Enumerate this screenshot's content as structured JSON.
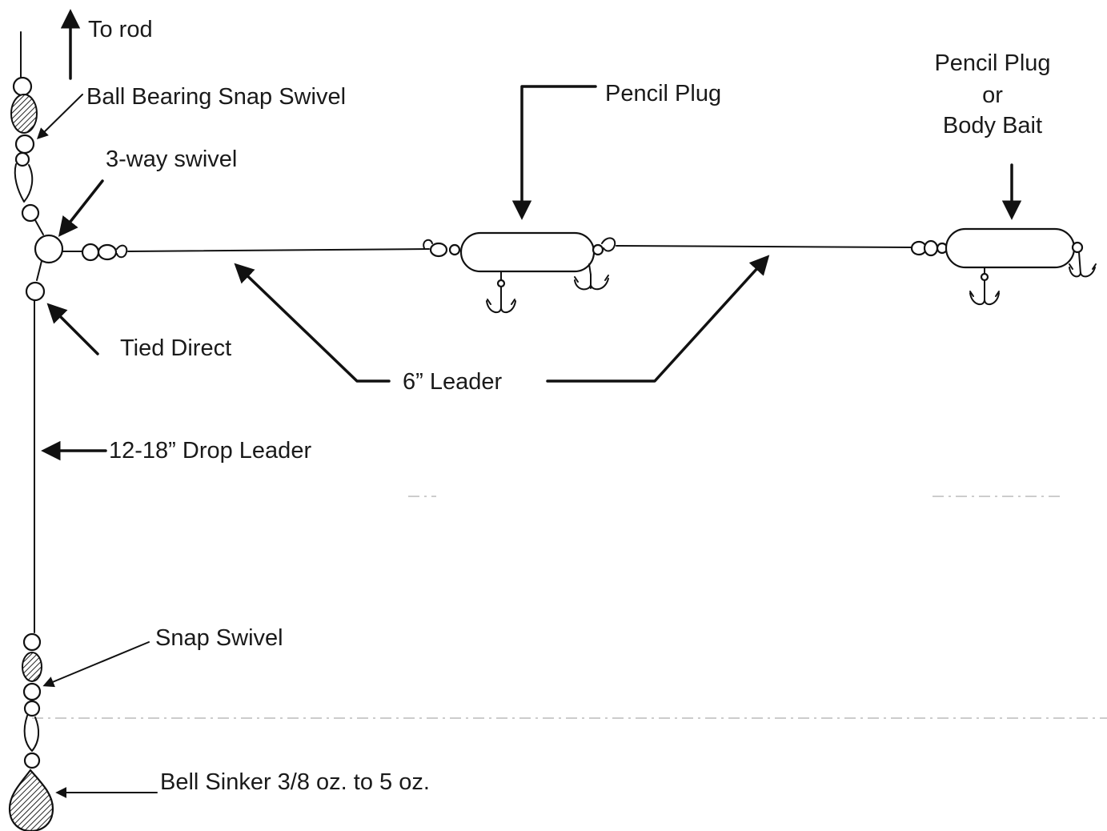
{
  "labels": {
    "to_rod": "To rod",
    "ball_bearing_snap_swivel": "Ball Bearing Snap Swivel",
    "three_way_swivel": "3-way swivel",
    "tied_direct": "Tied Direct",
    "pencil_plug": "Pencil Plug",
    "pencil_plug_or_body_bait": [
      "Pencil Plug",
      "or",
      "Body Bait"
    ],
    "six_inch_leader": "6” Leader",
    "drop_leader": "12-18” Drop Leader",
    "snap_swivel": "Snap Swivel",
    "bell_sinker": "Bell Sinker 3/8 oz. to 5 oz."
  },
  "colors": {
    "ink": "#111111",
    "background": "#ffffff",
    "scan_line": "#9a9a9a"
  }
}
